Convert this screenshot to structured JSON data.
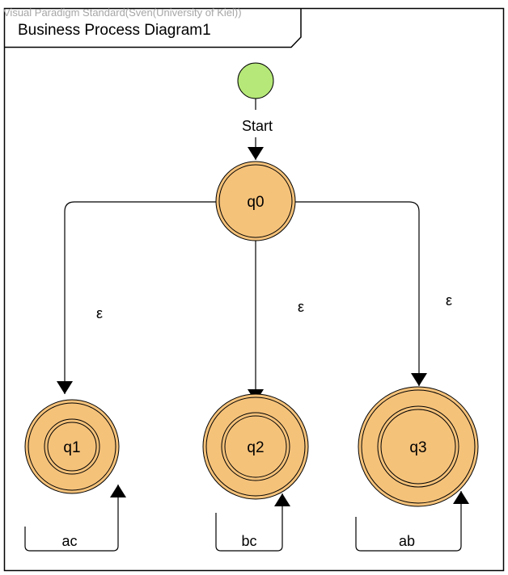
{
  "watermark": "Visual Paradigm Standard(Sven(University of Kiel))",
  "frame": {
    "title": "Business Process Diagram1"
  },
  "start": {
    "label": "Start"
  },
  "states": [
    {
      "id": "q0",
      "label": "q0",
      "accepting": false
    },
    {
      "id": "q1",
      "label": "q1",
      "accepting": true
    },
    {
      "id": "q2",
      "label": "q2",
      "accepting": true
    },
    {
      "id": "q3",
      "label": "q3",
      "accepting": true
    }
  ],
  "transitions": [
    {
      "from": "q0",
      "to": "q1",
      "label": "ε"
    },
    {
      "from": "q0",
      "to": "q2",
      "label": "ε"
    },
    {
      "from": "q0",
      "to": "q3",
      "label": "ε"
    },
    {
      "from": "q1",
      "to": "q1",
      "label": "ac"
    },
    {
      "from": "q2",
      "to": "q2",
      "label": "bc"
    },
    {
      "from": "q3",
      "to": "q3",
      "label": "ab"
    }
  ],
  "colors": {
    "state_fill": "#f5c27a",
    "start_fill": "#b5e878",
    "stroke": "#000000"
  }
}
